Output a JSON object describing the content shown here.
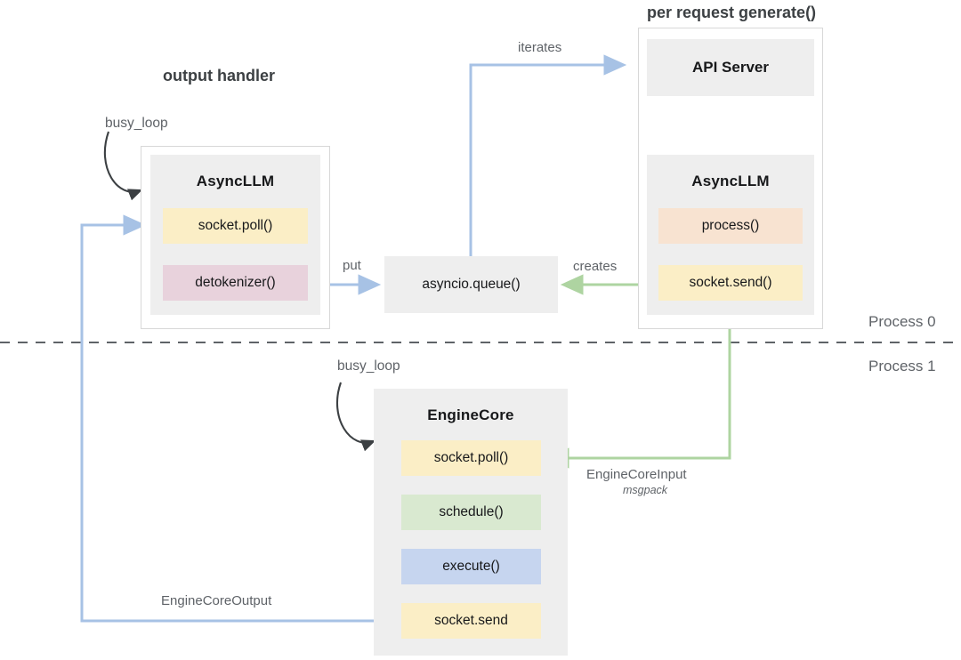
{
  "diagram": {
    "title_top_right": "per request generate()",
    "title_left": "output handler",
    "process_labels": {
      "top": "Process 0",
      "bottom": "Process 1"
    },
    "colors": {
      "blue_arrow": "#a7c2e5",
      "green_arrow": "#aed4a1",
      "black_arrow": "#3c4043",
      "panel_grey": "#eeeeee",
      "chip_yellow": "#fbeec6",
      "chip_mauve": "#e8d2dc",
      "chip_peach": "#f8e3d1",
      "chip_green": "#d9e9d0",
      "chip_blue": "#c6d5ef",
      "divider": "#5f6368"
    }
  },
  "output_handler": {
    "section_label": "output handler",
    "loop_label": "busy_loop",
    "panel_title": "AsyncLLM",
    "chips": [
      {
        "label": "socket.poll()",
        "color": "yellow"
      },
      {
        "label": "detokenizer()",
        "color": "mauve"
      }
    ]
  },
  "queue": {
    "label": "asyncio.queue()",
    "in_edge_label": "put",
    "out_edge_label": "creates",
    "iterates_label": "iterates"
  },
  "per_request": {
    "section_label": "per request generate()",
    "api_server": {
      "label": "API Server"
    },
    "async_llm": {
      "panel_title": "AsyncLLM",
      "chips": [
        {
          "label": "process()",
          "color": "peach"
        },
        {
          "label": "socket.send()",
          "color": "yellow"
        }
      ]
    }
  },
  "engine_core": {
    "loop_label": "busy_loop",
    "panel_title": "EngineCore",
    "chips": [
      {
        "label": "socket.poll()",
        "color": "yellow"
      },
      {
        "label": "schedule()",
        "color": "green"
      },
      {
        "label": "execute()",
        "color": "blue"
      },
      {
        "label": "socket.send",
        "color": "yellow"
      }
    ]
  },
  "edges": {
    "engine_core_input": {
      "label": "EngineCoreInput",
      "sublabel": "msgpack"
    },
    "engine_core_output": {
      "label": "EngineCoreOutput"
    }
  }
}
